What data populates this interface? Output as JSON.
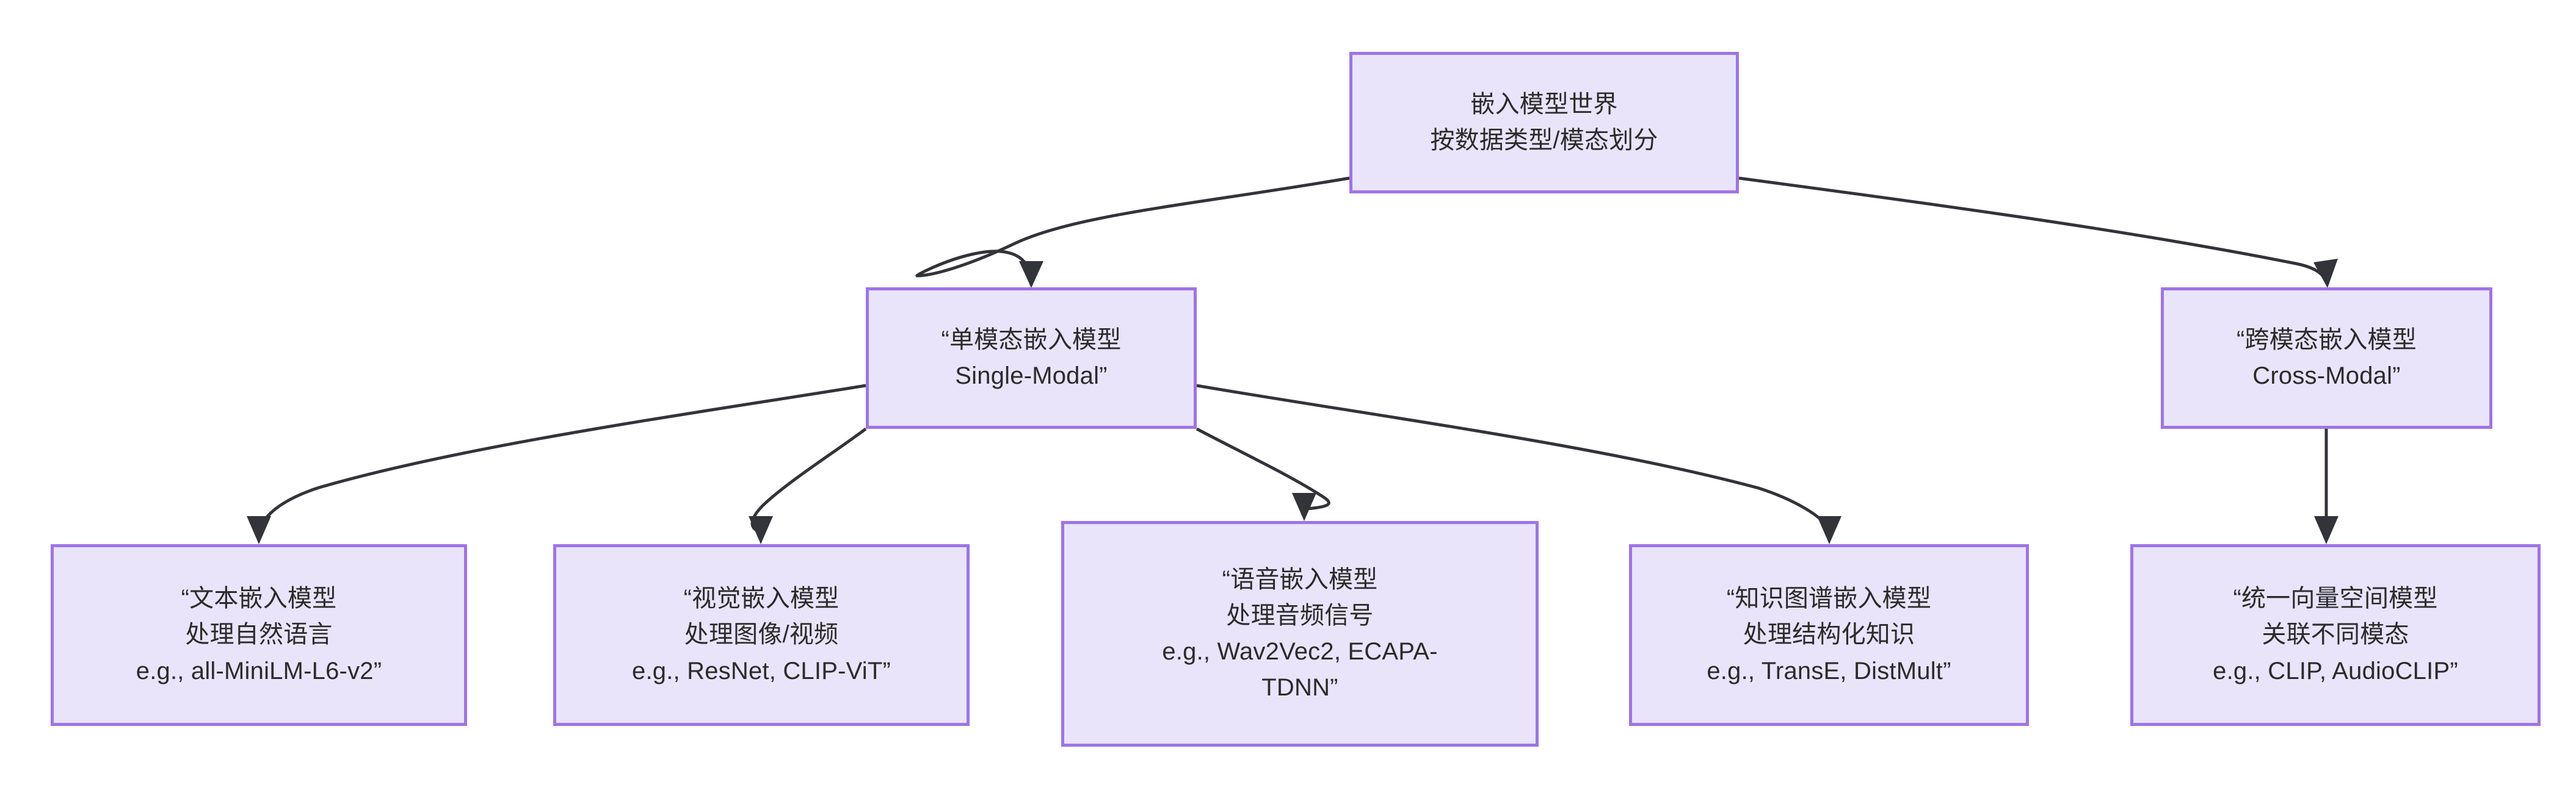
{
  "diagram": {
    "type": "flowchart",
    "direction": "top-down",
    "theme": {
      "node_fill": "#e9e4fa",
      "node_border": "#9d74e9",
      "node_text": "#2b2b2b",
      "edge_stroke": "#33333a",
      "background": "#ffffff"
    },
    "nodes": [
      {
        "id": "root",
        "label": "嵌入模型世界\n按数据类型/模态划分",
        "lines": [
          "嵌入模型世界",
          "按数据类型/模态划分"
        ],
        "level": 0
      },
      {
        "id": "single-modal",
        "label": "“单模态嵌入模型\nSingle-Modal”",
        "lines": [
          "“单模态嵌入模型",
          "Single-Modal”"
        ],
        "level": 1
      },
      {
        "id": "cross-modal",
        "label": "“跨模态嵌入模型\nCross-Modal”",
        "lines": [
          "“跨模态嵌入模型",
          "Cross-Modal”"
        ],
        "level": 1
      },
      {
        "id": "text-embedding",
        "label": "“文本嵌入模型\n处理自然语言\ne.g., all-MiniLM-L6-v2”",
        "lines": [
          "“文本嵌入模型",
          "处理自然语言",
          "e.g., all-MiniLM-L6-v2”"
        ],
        "level": 2
      },
      {
        "id": "vision-embedding",
        "label": "“视觉嵌入模型\n处理图像/视频\ne.g., ResNet, CLIP-ViT”",
        "lines": [
          "“视觉嵌入模型",
          "处理图像/视频",
          "e.g., ResNet, CLIP-ViT”"
        ],
        "level": 2
      },
      {
        "id": "speech-embedding",
        "label": "“语音嵌入模型\n处理音频信号\ne.g., Wav2Vec2, ECAPA-\nTDNN”",
        "lines": [
          "“语音嵌入模型",
          "处理音频信号",
          "e.g., Wav2Vec2, ECAPA-",
          "TDNN”"
        ],
        "level": 2
      },
      {
        "id": "kg-embedding",
        "label": "“知识图谱嵌入模型\n处理结构化知识\ne.g., TransE, DistMult”",
        "lines": [
          "“知识图谱嵌入模型",
          "处理结构化知识",
          "e.g., TransE, DistMult”"
        ],
        "level": 2
      },
      {
        "id": "unified-vector-space",
        "label": "“统一向量空间模型\n关联不同模态\ne.g., CLIP, AudioCLIP”",
        "lines": [
          "“统一向量空间模型",
          "关联不同模态",
          "e.g., CLIP, AudioCLIP”"
        ],
        "level": 2
      }
    ],
    "edges": [
      {
        "from": "root",
        "to": "single-modal"
      },
      {
        "from": "root",
        "to": "cross-modal"
      },
      {
        "from": "single-modal",
        "to": "text-embedding"
      },
      {
        "from": "single-modal",
        "to": "vision-embedding"
      },
      {
        "from": "single-modal",
        "to": "speech-embedding"
      },
      {
        "from": "single-modal",
        "to": "kg-embedding"
      },
      {
        "from": "cross-modal",
        "to": "unified-vector-space"
      }
    ]
  }
}
